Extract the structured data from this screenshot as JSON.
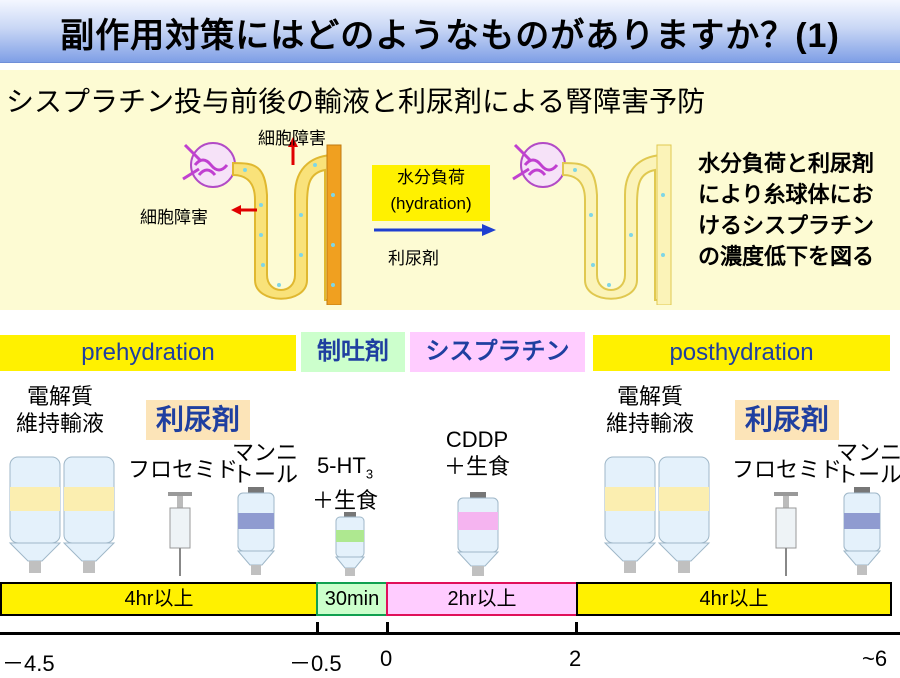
{
  "title": "副作用対策にはどのようなものがありますか？(1)",
  "subtitle": "シスプラチン投与前後の輸液と利尿剤による腎障害予防",
  "kidney": {
    "cell_damage_top": "細胞障害",
    "cell_damage_left": "細胞障害",
    "hydration_line1": "水分負荷",
    "hydration_line2": "(hydration)",
    "diuretic": "利尿剤"
  },
  "description": [
    "水分負荷と利尿剤",
    "により糸球体にお",
    "けるシスプラチン",
    "の濃度低下を図る"
  ],
  "phases": {
    "prehydration": "prehydration",
    "antiemetic": "制吐剤",
    "cisplatin": "シスプラチン",
    "posthydration": "posthydration"
  },
  "items": {
    "electrolyte_1": "電解質",
    "electrolyte_2": "維持輸液",
    "diuretic": "利尿剤",
    "furosemide": "フロセミド",
    "mannitol_1": "マンニ",
    "mannitol_2": "トール",
    "ht3_main": "5-HT",
    "ht3_sub": "3",
    "saline": "＋生食",
    "cddp": "CDDP"
  },
  "durations": {
    "pre": "4hr以上",
    "antiemetic": "30min",
    "cisplatin": "2hr以上",
    "post": "4hr以上"
  },
  "axis": {
    "t1": "－4.5",
    "t2": "－0.5",
    "t3": "0",
    "t4": "2",
    "t5": "~6"
  },
  "colors": {
    "yellow": "#fff100",
    "pink": "#ffccff",
    "green": "#ccffcc",
    "drug_bg": "#fce4b8",
    "kidney_fill": "#f9e27a",
    "tubule_orange": "#f0a020"
  }
}
